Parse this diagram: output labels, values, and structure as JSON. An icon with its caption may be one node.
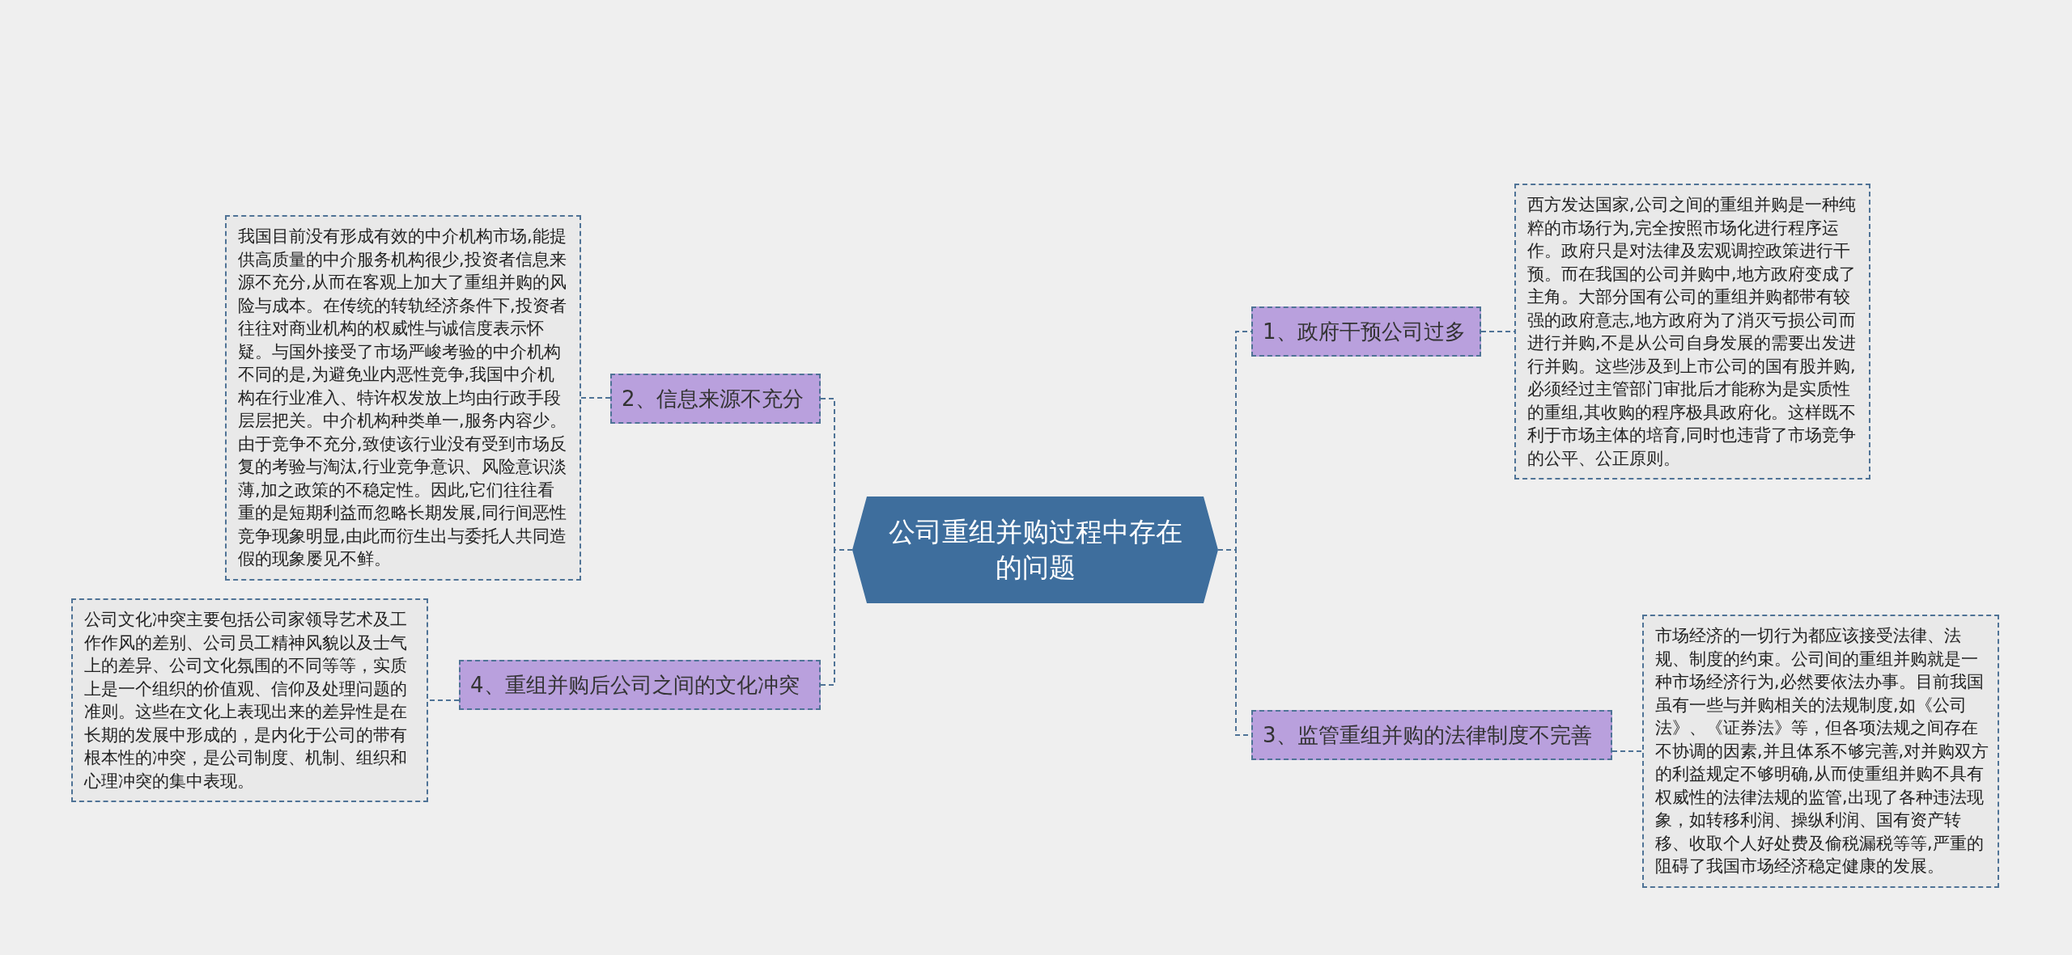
{
  "diagram": {
    "nodes": [
      {
        "text": [
          "公司重组并购过程中存在的问题"
        ]
      },
      {
        "text": [
          "1、政府干预公司过多"
        ]
      },
      {
        "text": [
          "西方发达国家,公司之间的重组并购是一种纯粹的市场行为,完全按照市场化进行程序运作。政府只是对法律及宏观调控政策进行干预。而在我国的公司并购中,地方政府变成了主角。大部分国有公司的重组并购都带有较强的政府意志,地方政府为了消灭亏损公司而进行并购,不是从公司自身发展的需要出发进行并购。这些涉及到上市公司的国有股并购,必须经过主管部门审批后才能称为是实质性的重组,其收购的程序极具政府化。这样既不利于市场主体的培育,同时也违背了市场竞争的公平、公正原则。"
        ]
      },
      {
        "text": [
          "2、信息来源不充分"
        ]
      },
      {
        "text": [
          "我国目前没有形成有效的中介机构市场,能提供高质量的中介服务机构很少,投资者信息来源不充分,从而在客观上加大了重组并购的风险与成本。在传统的转轨经济条件下,投资者往往对商业机构的权威性与诚信度表示怀疑。与国外接受了市场严峻考验的中介机构不同的是,为避免业内恶性竞争,我国中介机构在行业准入、特许权发放上均由行政手段层层把关。中介机构种类单一,服务内容少。由于竞争不充分,致使该行业没有受到市场反复的考验与淘汰,行业竞争意识、风险意识淡薄,加之政策的不稳定性。因此,它们往往看重的是短期利益而忽略长期发展,同行间恶性竞争现象明显,由此而衍生出与委托人共同造假的现象屡见不鲜。"
        ]
      },
      {
        "text": [
          "3、监管重组并购的法律制度不完善"
        ]
      },
      {
        "text": [
          "市场经济的一切行为都应该接受法律、法规、制度的约束。公司间的重组并购就是一种市场经济行为,必然要依法办事。目前我国虽有一些与并购相关的法规制度,如《公司法》、《证券法》等，但各项法规之间存在不协调的因素,并且体系不够完善,对并购双方的利益规定不够明确,从而使重组并购不具有权威性的法律法规的监管,出现了各种违法现象，如转移利润、操纵利润、国有资产转移、收取个人好处费及偷税漏税等等,严重的阻碍了我国市场经济稳定健康的发展。"
        ]
      },
      {
        "text": [
          "4、重组并购后公司之间的文化冲突"
        ]
      },
      {
        "text": [
          "公司文化冲突主要包括公司家领导艺术及工作作风的差别、公司员工精神风貌以及士气上的差异、公司文化氛围的不同等等，实质上是一个组织的价值观、信仰及处理问题的准则。这些在文化上表现出来的差异性是在长期的发展中形成的，是内化于公司的带有根本性的冲突，是公司制度、机制、组织和心理冲突的集中表现。"
        ]
      }
    ],
    "edges": [
      {
        "from": 0,
        "to": 1,
        "arrow": "none"
      },
      {
        "from": 1,
        "to": 2,
        "arrow": "none"
      },
      {
        "from": 0,
        "to": 3,
        "arrow": "none"
      },
      {
        "from": 3,
        "to": 4,
        "arrow": "none"
      },
      {
        "from": 0,
        "to": 5,
        "arrow": "none"
      },
      {
        "from": 5,
        "to": 6,
        "arrow": "none"
      },
      {
        "from": 0,
        "to": 7,
        "arrow": "none"
      },
      {
        "from": 7,
        "to": 8,
        "arrow": "none"
      }
    ]
  }
}
